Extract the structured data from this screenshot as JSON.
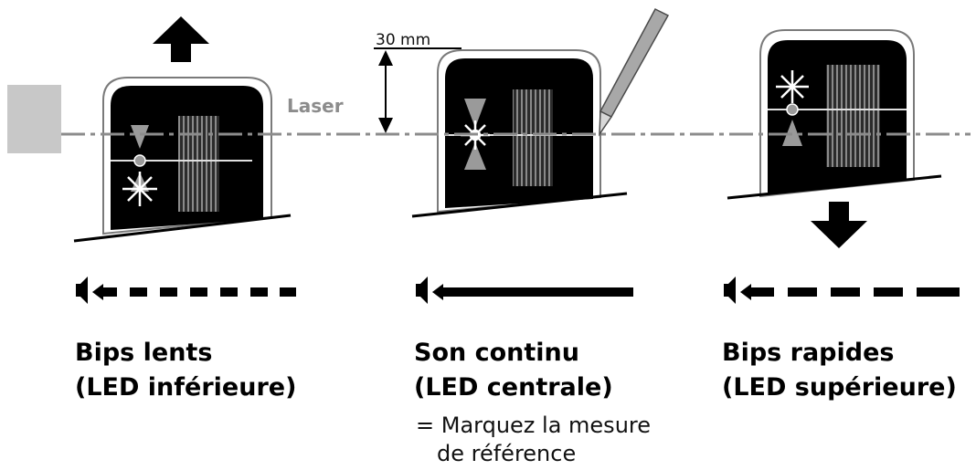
{
  "labels": {
    "laser": "Laser",
    "distance": "30 mm"
  },
  "states": [
    {
      "title": "Bips lents",
      "subtitle": "(LED inférieure)",
      "tone": "slow-beeps",
      "active_led": "bottom",
      "direction": "up"
    },
    {
      "title": "Son continu",
      "subtitle": "(LED centrale)",
      "tone": "continuous",
      "active_led": "center",
      "note_line1": "=  Marquez la mesure",
      "note_line2": "de référence"
    },
    {
      "title": "Bips rapides",
      "subtitle": "(LED supérieure)",
      "tone": "fast-beeps",
      "active_led": "top",
      "direction": "down"
    }
  ],
  "colors": {
    "laser_line": "#8c8c8c",
    "device_body": "#000000",
    "laser_source": "#c8c8c8",
    "led_grey": "#9a9a9a"
  }
}
